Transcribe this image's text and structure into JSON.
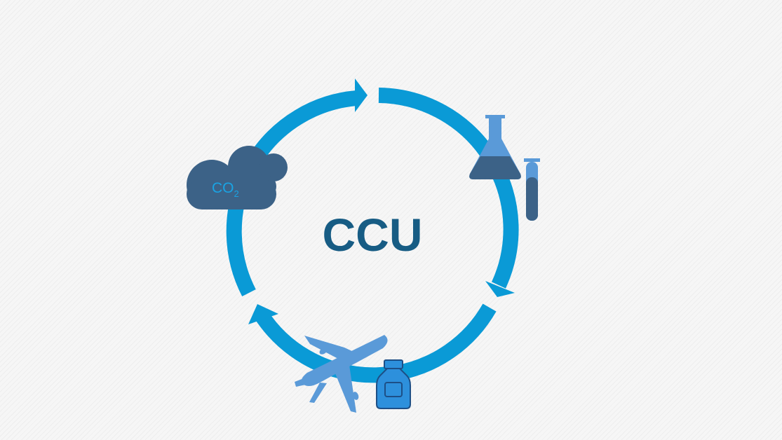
{
  "center_label": "CCU",
  "co2_label": {
    "main": "CO",
    "subscript": "2"
  },
  "stages": [
    {
      "name": "carbon-dioxide",
      "icon": "cloud-icon"
    },
    {
      "name": "chemical-conversion",
      "icons": [
        "flask-icon",
        "test-tube-icon"
      ]
    },
    {
      "name": "products",
      "icons": [
        "airplane-icon",
        "bottle-icon"
      ]
    }
  ],
  "colors": {
    "ring": "#0a9ad6",
    "dark_navy": "#3c6287",
    "label": "#175c84",
    "light_blue": "#5a9ad8",
    "bright_blue": "#2d90dc",
    "background": "#f6f6f6"
  }
}
